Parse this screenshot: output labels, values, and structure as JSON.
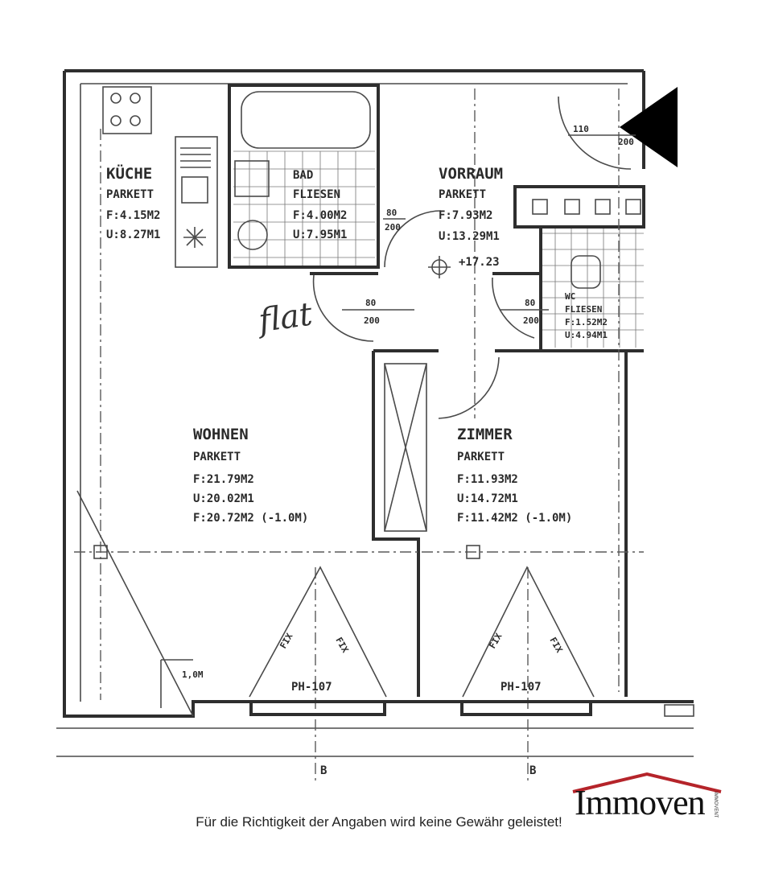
{
  "rooms": {
    "kueche": {
      "name": "KÜCHE",
      "floor": "PARKETT",
      "area": "F:4.15M2",
      "perimeter": "U:8.27M1"
    },
    "bad": {
      "name": "BAD",
      "floor": "FLIESEN",
      "area": "F:4.00M2",
      "perimeter": "U:7.95M1"
    },
    "vorraum": {
      "name": "VORRAUM",
      "floor": "PARKETT",
      "area": "F:7.93M2",
      "perimeter": "U:13.29M1",
      "level": "+17.23"
    },
    "wohnen": {
      "name": "WOHNEN",
      "floor": "PARKETT",
      "area": "F:21.79M2",
      "perimeter": "U:20.02M1",
      "area_reduced": "F:20.72M2 (-1.0M)"
    },
    "zimmer": {
      "name": "ZIMMER",
      "floor": "PARKETT",
      "area": "F:11.93M2",
      "perimeter": "U:14.72M1",
      "area_reduced": "F:11.42M2 (-1.0M)"
    },
    "wc": {
      "name": "WC",
      "floor": "FLIESEN",
      "area": "F:1.52M2",
      "perimeter": "U:4.94M1"
    }
  },
  "doors": {
    "bad": {
      "width": "80",
      "height": "200"
    },
    "wohnen": {
      "width": "80",
      "height": "200"
    },
    "wc": {
      "width": "80",
      "height": "200"
    },
    "eingang": {
      "width": "110",
      "height": "200"
    }
  },
  "windows": {
    "left": "PH-107",
    "right": "PH-107",
    "fix": "FIX"
  },
  "dimension": "1,0M",
  "handwriting": "flat",
  "disclaimer": "Für die Richtigkeit der Angaben wird keine Gewähr geleistet!",
  "logo": {
    "name": "Immoven",
    "small": "IMMOVENT",
    "roof_color": "#b5242a"
  },
  "colors": {
    "line": "#2e2e2e",
    "background": "#ffffff"
  }
}
